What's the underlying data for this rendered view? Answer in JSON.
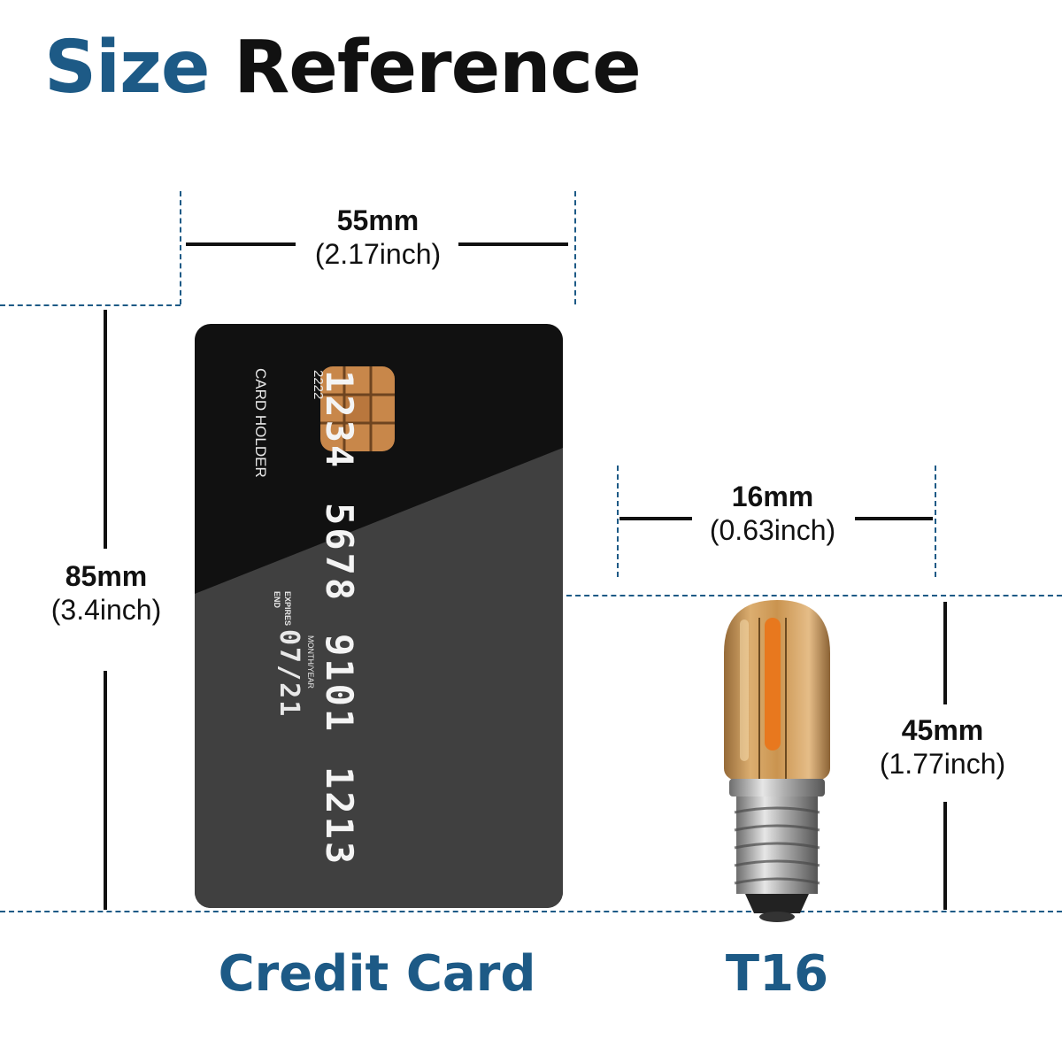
{
  "title": {
    "word1": "Size",
    "word2": "Reference"
  },
  "card": {
    "caption": "Credit Card",
    "width_mm": "55mm",
    "width_inch": "(2.17inch)",
    "height_mm": "85mm",
    "height_inch": "(3.4inch)",
    "number_groups": [
      "1234",
      "5678",
      "9101",
      "1213"
    ],
    "small_number": "2222",
    "holder": "CARD HOLDER",
    "expires_line1": "EXPIRES",
    "expires_line2": "END",
    "month_year": "MONTH/YEAR",
    "expiry": "07/21"
  },
  "bulb": {
    "caption": "T16",
    "width_mm": "16mm",
    "width_inch": "(0.63inch)",
    "height_mm": "45mm",
    "height_inch": "(1.77inch)"
  },
  "colors": {
    "accent": "#1d5a86",
    "text": "#111111",
    "chip": "#c8874a",
    "amber": "#d89a45"
  }
}
